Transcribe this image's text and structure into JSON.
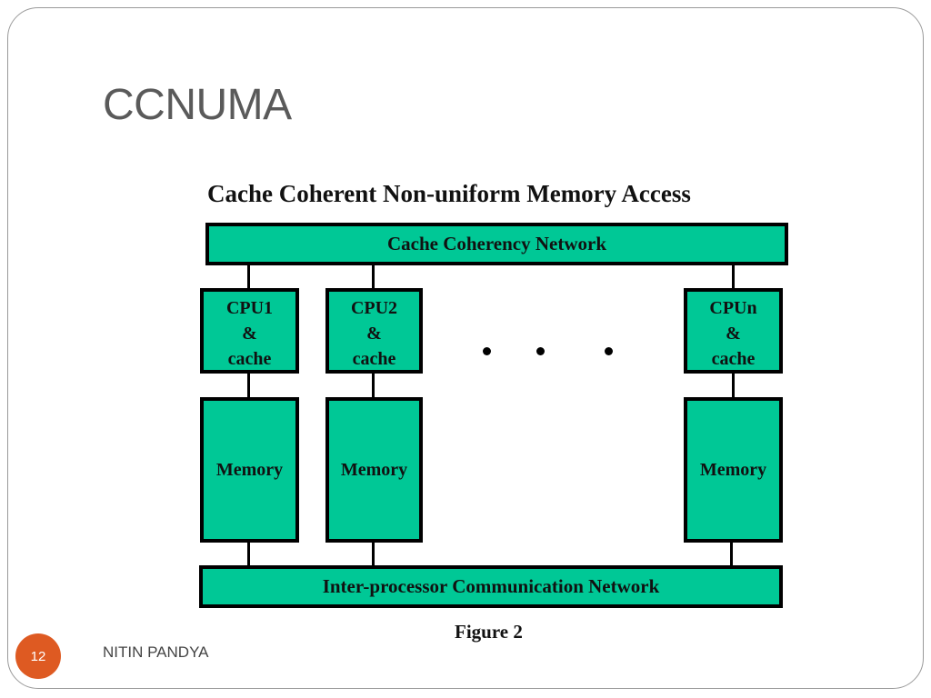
{
  "slide": {
    "title": "CCNUMA",
    "footer": "NITIN PANDYA",
    "number": "12"
  },
  "diagram": {
    "title": "Cache Coherent Non-uniform Memory Access",
    "top_network": "Cache Coherency Network",
    "bottom_network": "Inter-processor Communication Network",
    "nodes": [
      {
        "cpu": [
          "CPU1",
          "&",
          "cache"
        ],
        "memory": "Memory"
      },
      {
        "cpu": [
          "CPU2",
          "&",
          "cache"
        ],
        "memory": "Memory"
      },
      {
        "cpu": [
          "CPUn",
          "&",
          "cache"
        ],
        "memory": "Memory"
      }
    ],
    "caption": "Figure 2"
  },
  "colors": {
    "box_fill": "#00c896",
    "slide_number_bg": "#de5a22",
    "title": "#5a5a5a"
  }
}
